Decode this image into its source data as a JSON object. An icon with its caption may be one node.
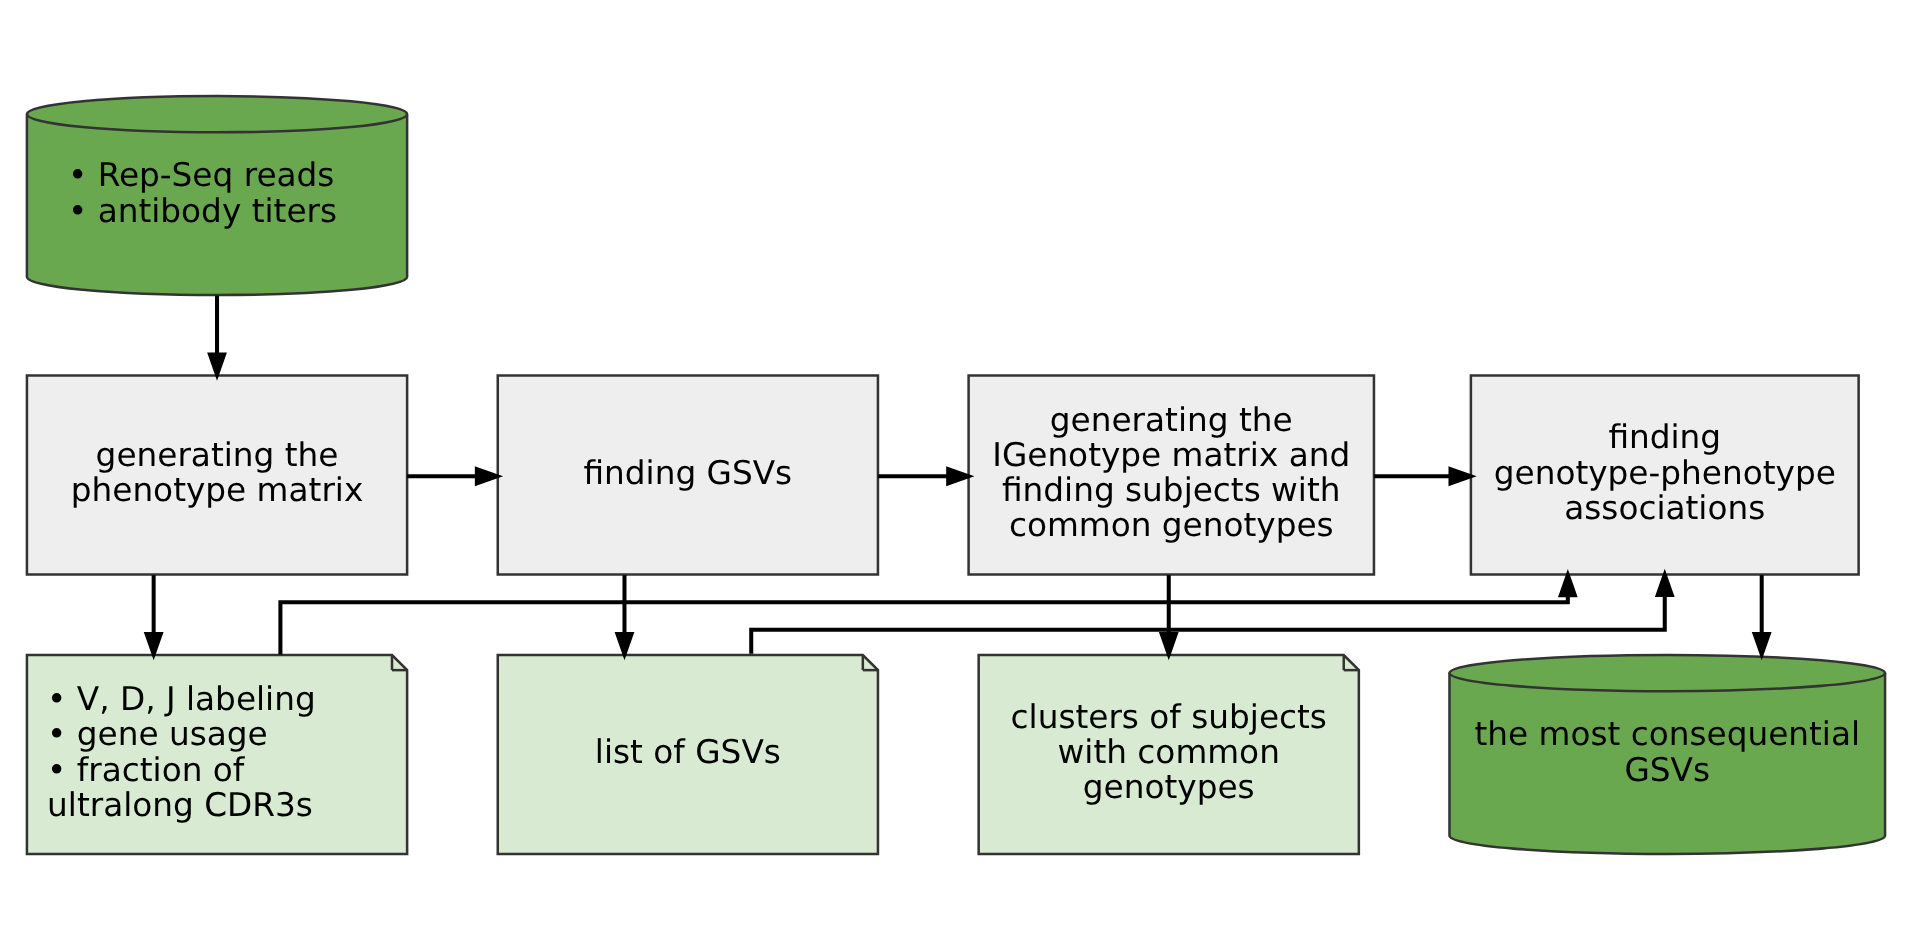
{
  "diagram": {
    "nodes": [
      {
        "text": [
          "• Rep-Seq reads",
          "• antibody titers"
        ]
      },
      {
        "text": [
          "generating the phenotype matrix"
        ]
      },
      {
        "text": [
          "finding GSVs"
        ]
      },
      {
        "text": [
          "generating the IGenotype matrix and finding subjects with common genotypes"
        ]
      },
      {
        "text": [
          "finding genotype-phenotype associations"
        ]
      },
      {
        "text": [
          "• V, D, J labeling",
          "• gene usage",
          "• fraction of ultralong CDR3s"
        ]
      },
      {
        "text": [
          "list of GSVs"
        ]
      },
      {
        "text": [
          "clusters of subjects with common genotypes"
        ]
      },
      {
        "text": [
          "the most consequential GSVs"
        ]
      }
    ],
    "edges": [
      {
        "from": 0,
        "to": 1,
        "arrow": "to"
      },
      {
        "from": 1,
        "to": 2,
        "arrow": "to"
      },
      {
        "from": 2,
        "to": 3,
        "arrow": "to"
      },
      {
        "from": 3,
        "to": 4,
        "arrow": "to"
      },
      {
        "from": 1,
        "to": 5,
        "arrow": "to"
      },
      {
        "from": 2,
        "to": 6,
        "arrow": "to"
      },
      {
        "from": 3,
        "to": 7,
        "arrow": "to"
      },
      {
        "from": 4,
        "to": 8,
        "arrow": "to"
      },
      {
        "from": 5,
        "to": 4,
        "arrow": "to"
      },
      {
        "from": 6,
        "to": 4,
        "arrow": "to"
      }
    ]
  }
}
